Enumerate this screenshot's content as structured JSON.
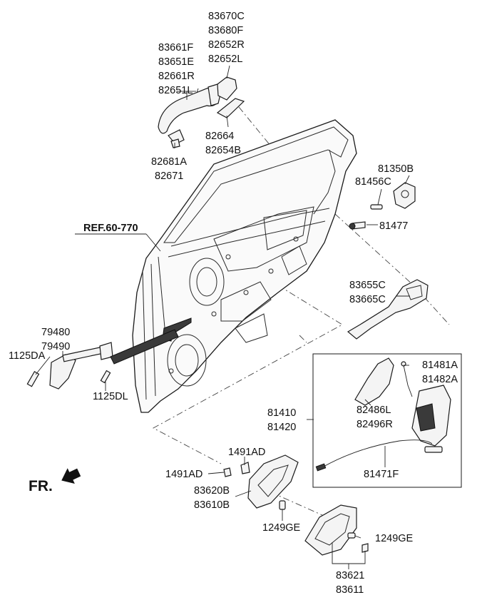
{
  "labels": {
    "handle_cover_group": [
      "83670C",
      "83680F",
      "82652R",
      "82652L"
    ],
    "outside_handle_group": [
      "83661F",
      "83651E",
      "82661R",
      "82651L"
    ],
    "gasket_group": [
      "82664",
      "82654B"
    ],
    "handle_clip_group": [
      "82681A",
      "82671"
    ],
    "ref": "REF.60-770",
    "striker_group": [
      "81350B"
    ],
    "striker_bolt": "81456C",
    "screw_81477": "81477",
    "handle_frame_group": [
      "83655C",
      "83665C"
    ],
    "checker_group": [
      "79480",
      "79490"
    ],
    "bolt_1125DA": "1125DA",
    "bolt_1125DL": "1125DL",
    "latch_assy_group": [
      "81410",
      "81420"
    ],
    "latch_actuator_group": [
      "81481A",
      "81482A"
    ],
    "latch_cover_group": [
      "82486L",
      "82496R"
    ],
    "cable": "81471F",
    "clip_top": "1491AD",
    "clip_left": "1491AD",
    "inside_handle_group": [
      "83620B",
      "83610B"
    ],
    "screw_left": "1249GE",
    "screw_right": "1249GE",
    "inside_bezel_group": [
      "83621",
      "83611"
    ],
    "front": "FR."
  },
  "colors": {
    "line": "#222222",
    "part_fill": "#f4f4f4",
    "dark_part": "#3a3a3a",
    "background": "#ffffff"
  }
}
